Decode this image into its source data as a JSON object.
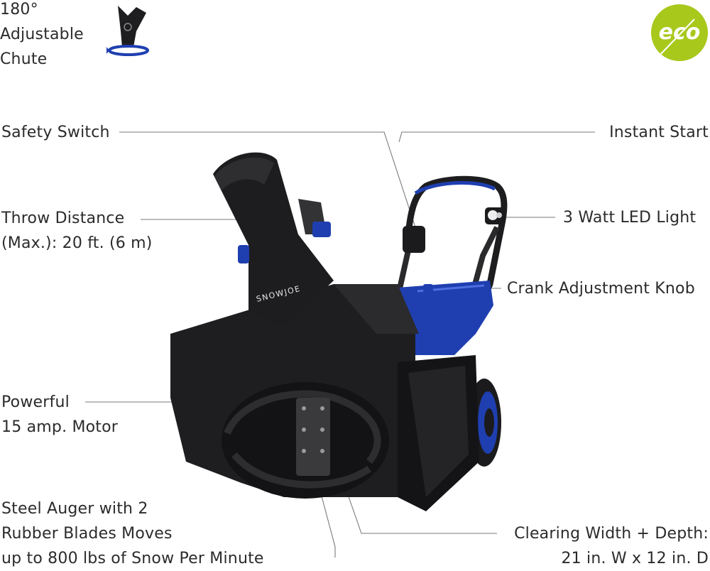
{
  "badges": {
    "chute_lines": [
      "180°",
      "Adjustable",
      "Chute"
    ],
    "eco": "eco",
    "brand": "SNOWJOE"
  },
  "callouts": {
    "safety_switch": "Safety Switch",
    "instant_start": "Instant Start",
    "throw_distance": [
      "Throw Distance",
      "(Max.): 20 ft. (6 m)"
    ],
    "led_light": "3 Watt LED Light",
    "crank_knob": "Crank Adjustment Knob",
    "motor": [
      "Powerful",
      "15 amp. Motor"
    ],
    "auger": [
      "Steel Auger with 2",
      "Rubber Blades Moves",
      "up to 800 lbs of Snow Per Minute"
    ],
    "clearing": [
      "Clearing Width + Depth:",
      "21 in. W x 12 in. D"
    ]
  },
  "colors": {
    "accent_blue": "#1f3fb0",
    "eco_green": "#a8c81c",
    "body_black": "#1e1e20",
    "line_gray": "#7a7a7a"
  }
}
